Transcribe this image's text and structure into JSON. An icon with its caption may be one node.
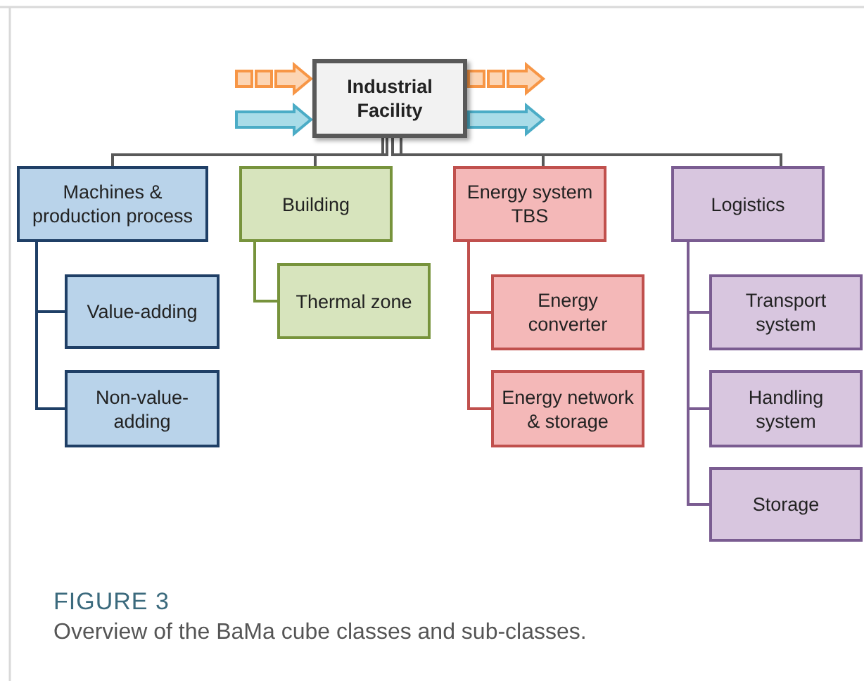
{
  "diagram": {
    "nodes": [
      {
        "text": [
          "Industrial Facility"
        ]
      },
      {
        "text": [
          "Machines & production process"
        ]
      },
      {
        "text": [
          "Value-adding"
        ]
      },
      {
        "text": [
          "Non-value-adding"
        ]
      },
      {
        "text": [
          "Building"
        ]
      },
      {
        "text": [
          "Thermal zone"
        ]
      },
      {
        "text": [
          "Energy system TBS"
        ]
      },
      {
        "text": [
          "Energy converter"
        ]
      },
      {
        "text": [
          "Energy network & storage"
        ]
      },
      {
        "text": [
          "Logistics"
        ]
      },
      {
        "text": [
          "Transport system"
        ]
      },
      {
        "text": [
          "Handling system"
        ]
      },
      {
        "text": [
          "Storage"
        ]
      }
    ],
    "edges": [
      {
        "from": null,
        "to": 0,
        "arrow": "to",
        "style": "dashed",
        "color": "#f79646"
      },
      {
        "from": null,
        "to": 0,
        "arrow": "to",
        "style": "thick",
        "color": "#4bacc6"
      },
      {
        "from": 0,
        "to": null,
        "arrow": "to",
        "style": "dashed",
        "color": "#f79646"
      },
      {
        "from": 0,
        "to": null,
        "arrow": "to",
        "style": "thick",
        "color": "#4bacc6"
      },
      {
        "from": 0,
        "to": 1,
        "arrow": "none"
      },
      {
        "from": 0,
        "to": 4,
        "arrow": "none"
      },
      {
        "from": 0,
        "to": 6,
        "arrow": "none"
      },
      {
        "from": 0,
        "to": 9,
        "arrow": "none"
      },
      {
        "from": 1,
        "to": 2,
        "arrow": "none",
        "color": "#1f3f66"
      },
      {
        "from": 1,
        "to": 3,
        "arrow": "none",
        "color": "#1f3f66"
      },
      {
        "from": 4,
        "to": 5,
        "arrow": "none",
        "color": "#77933c"
      },
      {
        "from": 6,
        "to": 7,
        "arrow": "none",
        "color": "#c0504d"
      },
      {
        "from": 6,
        "to": 8,
        "arrow": "none",
        "color": "#c0504d"
      },
      {
        "from": 9,
        "to": 10,
        "arrow": "none",
        "color": "#7a5c91"
      },
      {
        "from": 9,
        "to": 11,
        "arrow": "none",
        "color": "#7a5c91"
      },
      {
        "from": 9,
        "to": 12,
        "arrow": "none",
        "color": "#7a5c91"
      }
    ],
    "labels": [
      "FIGURE 3"
    ],
    "caption": "Overview of the BaMa cube classes and sub-classes."
  }
}
